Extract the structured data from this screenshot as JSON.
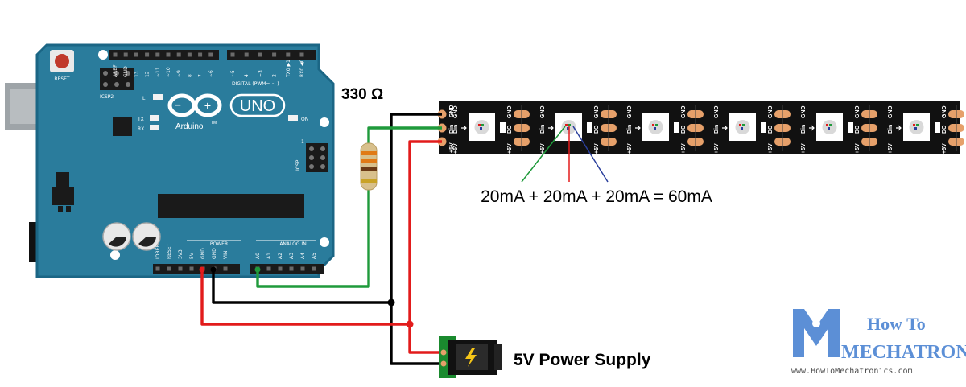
{
  "board": {
    "reset_label": "RESET",
    "icsp2_label": "ICSP2",
    "icsp_label": "ICSP",
    "l_label": "L",
    "tx_label": "TX",
    "rx_label": "RX",
    "on_label": "ON",
    "brand": "Arduino",
    "model": "UNO",
    "tm": "TM",
    "digital_label": "DIGITAL (PWM= ~ )",
    "power_label": "POWER",
    "analog_label": "ANALOG IN",
    "icsp_pin1": "1",
    "digital_pins": [
      "AREF",
      "GND",
      "13",
      "12",
      "~11",
      "~10",
      "~9",
      "8",
      "7",
      "~6",
      "~5",
      "4",
      "~3",
      "2",
      "TX0 ▶1",
      "RX0 ◀0"
    ],
    "power_pins": [
      "IOREF",
      "RESET",
      "3V3",
      "5V",
      "GND",
      "GND",
      "VIN"
    ],
    "analog_pins": [
      "A0",
      "A1",
      "A2",
      "A3",
      "A4",
      "A5"
    ]
  },
  "resistor": {
    "label": "330 Ω"
  },
  "strip": {
    "segment_labels": {
      "gnd": "GND",
      "din": "Din",
      "do": "DO",
      "v5": "+5V"
    },
    "pad_labels": [
      "GND",
      "Din",
      "+5V"
    ]
  },
  "current_equation": "20mA + 20mA + 20mA = 60mA",
  "power_supply": {
    "label": "5V Power Supply"
  },
  "watermark": {
    "line1": "How To",
    "line2": "MECHATRONICS",
    "url": "www.HowToMechatronics.com"
  },
  "colors": {
    "board": "#2a7c9c",
    "board_edge": "#1b6685",
    "strip": "#111111",
    "wire_gnd": "#000000",
    "wire_5v": "#e21b1b",
    "wire_data": "#1f9a3b",
    "pad": "#e6a06a",
    "watermark": "#5c8fd6"
  }
}
